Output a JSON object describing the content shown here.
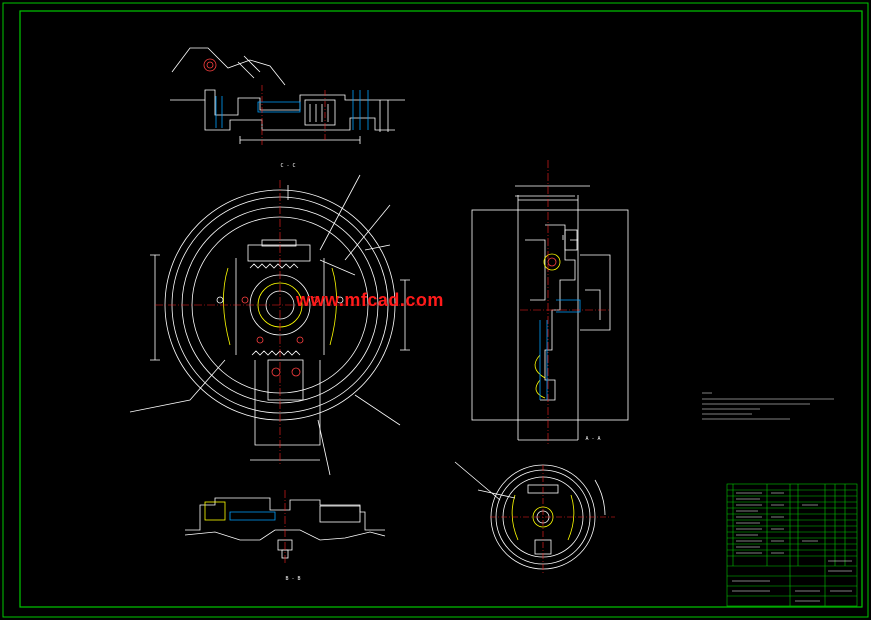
{
  "section_labels": {
    "cc": "C - C",
    "aa": "A - A",
    "bb": "B - B"
  },
  "watermark": "www.mfcad.com",
  "colors": {
    "background": "#000000",
    "border": "#00c800",
    "geometry": "#ffffff",
    "centerline": "#ff2020",
    "hatch": "#00a0ff",
    "parts": "#ffff00",
    "title_block": "#00c800",
    "watermark": "#ff1a1a"
  }
}
